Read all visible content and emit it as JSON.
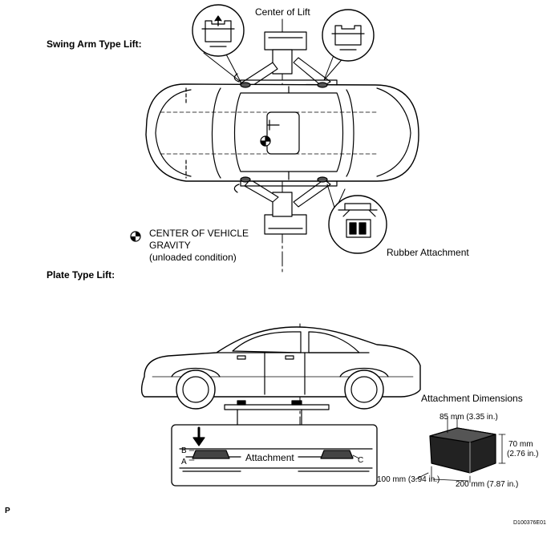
{
  "labels": {
    "center_of_lift": "Center of Lift",
    "swing_arm_title": "Swing Arm Type Lift:",
    "cog_line1": "CENTER OF VEHICLE",
    "cog_line2": "GRAVITY",
    "cog_line3": "(unloaded condition)",
    "rubber_attachment": "Rubber Attachment",
    "plate_title": "Plate Type Lift:",
    "attachment_dimensions": "Attachment Dimensions",
    "dim_85": "85 mm (3.35 in.)",
    "dim_70a": "70 mm",
    "dim_70b": "(2.76 in.)",
    "dim_100": "100 mm (3.94 in.)",
    "dim_200": "200 mm (7.87 in.)",
    "attachment": "Attachment",
    "letter_a": "A",
    "letter_b": "B",
    "letter_c": "C",
    "page_code": "P",
    "figure_id": "D100376E01"
  }
}
